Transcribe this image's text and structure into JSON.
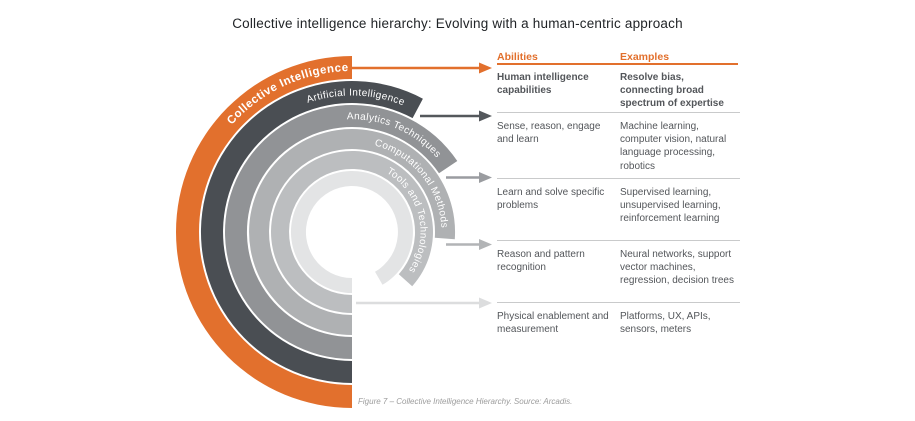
{
  "title": "Collective intelligence hierarchy: Evolving with a human-centric approach",
  "colors": {
    "accent_orange": "#E2702D",
    "text_dark": "#53565A",
    "separator_gray": "#C9CACB",
    "arc_text": "#FFFFFF"
  },
  "rings": [
    {
      "name": "collective-intelligence",
      "label": "Collective Intelligence",
      "color": "#E2702D"
    },
    {
      "name": "artificial-intelligence",
      "label": "Artificial Intelligence",
      "color": "#4A4E53"
    },
    {
      "name": "analytics-techniques",
      "label": "Analytics Techniques",
      "color": "#919396"
    },
    {
      "name": "computational-methods",
      "label": "Computational Methods",
      "color": "#AFB1B3"
    },
    {
      "name": "tools-and-technologies",
      "label": "Tools and Technologies",
      "color": "#BCBEC0"
    },
    {
      "name": "inner-ring",
      "label": "",
      "color": "#E3E4E5"
    }
  ],
  "arrows": [
    {
      "for": "collective-intelligence",
      "color": "#E2702D"
    },
    {
      "for": "artificial-intelligence",
      "color": "#54585C"
    },
    {
      "for": "analytics-techniques",
      "color": "#9A9CA0"
    },
    {
      "for": "computational-methods",
      "color": "#B2B4B6"
    },
    {
      "for": "tools-and-technologies",
      "color": "#DCDDDE"
    }
  ],
  "table": {
    "headers": [
      "Abilities",
      "Examples"
    ],
    "rows": [
      {
        "ability": "Human intelligence capabilities",
        "examples": "Resolve bias, connecting broad spectrum of expertise"
      },
      {
        "ability": "Sense, reason, engage and learn",
        "examples": "Machine learning, computer vision, natural language processing, robotics"
      },
      {
        "ability": "Learn and solve specific problems",
        "examples": "Supervised learning, unsupervised learning, reinforcement learning"
      },
      {
        "ability": "Reason and pattern recognition",
        "examples": "Neural networks, support vector machines, regression, decision trees"
      },
      {
        "ability": "Physical enablement and measurement",
        "examples": "Platforms, UX, APIs, sensors, meters"
      }
    ]
  },
  "caption": "Figure 7 – Collective Intelligence Hierarchy. Source: Arcadis."
}
